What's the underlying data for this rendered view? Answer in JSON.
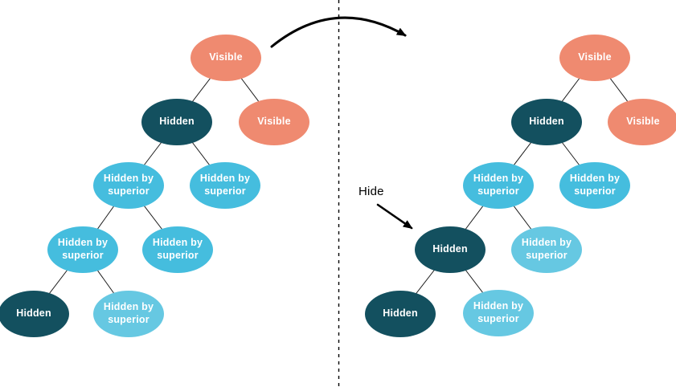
{
  "colors": {
    "visible": "#EF8A70",
    "hidden": "#13505F",
    "hidden-by-superior": "#45BDDE",
    "hidden-by-superior-light": "#66C8E2",
    "edge": "#1B1B1B",
    "annotation": "#000000"
  },
  "annotation": {
    "hide_label": "Hide"
  },
  "left_tree": {
    "nodes": [
      {
        "label": "Visible",
        "state": "visible"
      },
      {
        "label": "Hidden",
        "state": "hidden"
      },
      {
        "label": "Visible",
        "state": "visible"
      },
      {
        "label": "Hidden by superior",
        "state": "hidden-by-superior"
      },
      {
        "label": "Hidden by superior",
        "state": "hidden-by-superior"
      },
      {
        "label": "Hidden by superior",
        "state": "hidden-by-superior"
      },
      {
        "label": "Hidden by superior",
        "state": "hidden-by-superior"
      },
      {
        "label": "Hidden",
        "state": "hidden"
      },
      {
        "label": "Hidden by superior",
        "state": "hidden-by-superior-light"
      }
    ]
  },
  "right_tree": {
    "nodes": [
      {
        "label": "Visible",
        "state": "visible"
      },
      {
        "label": "Hidden",
        "state": "hidden"
      },
      {
        "label": "Visible",
        "state": "visible"
      },
      {
        "label": "Hidden by superior",
        "state": "hidden-by-superior"
      },
      {
        "label": "Hidden by superior",
        "state": "hidden-by-superior"
      },
      {
        "label": "Hidden",
        "state": "hidden"
      },
      {
        "label": "Hidden by superior",
        "state": "hidden-by-superior-light"
      },
      {
        "label": "Hidden",
        "state": "hidden"
      },
      {
        "label": "Hidden by superior",
        "state": "hidden-by-superior-light"
      }
    ]
  }
}
